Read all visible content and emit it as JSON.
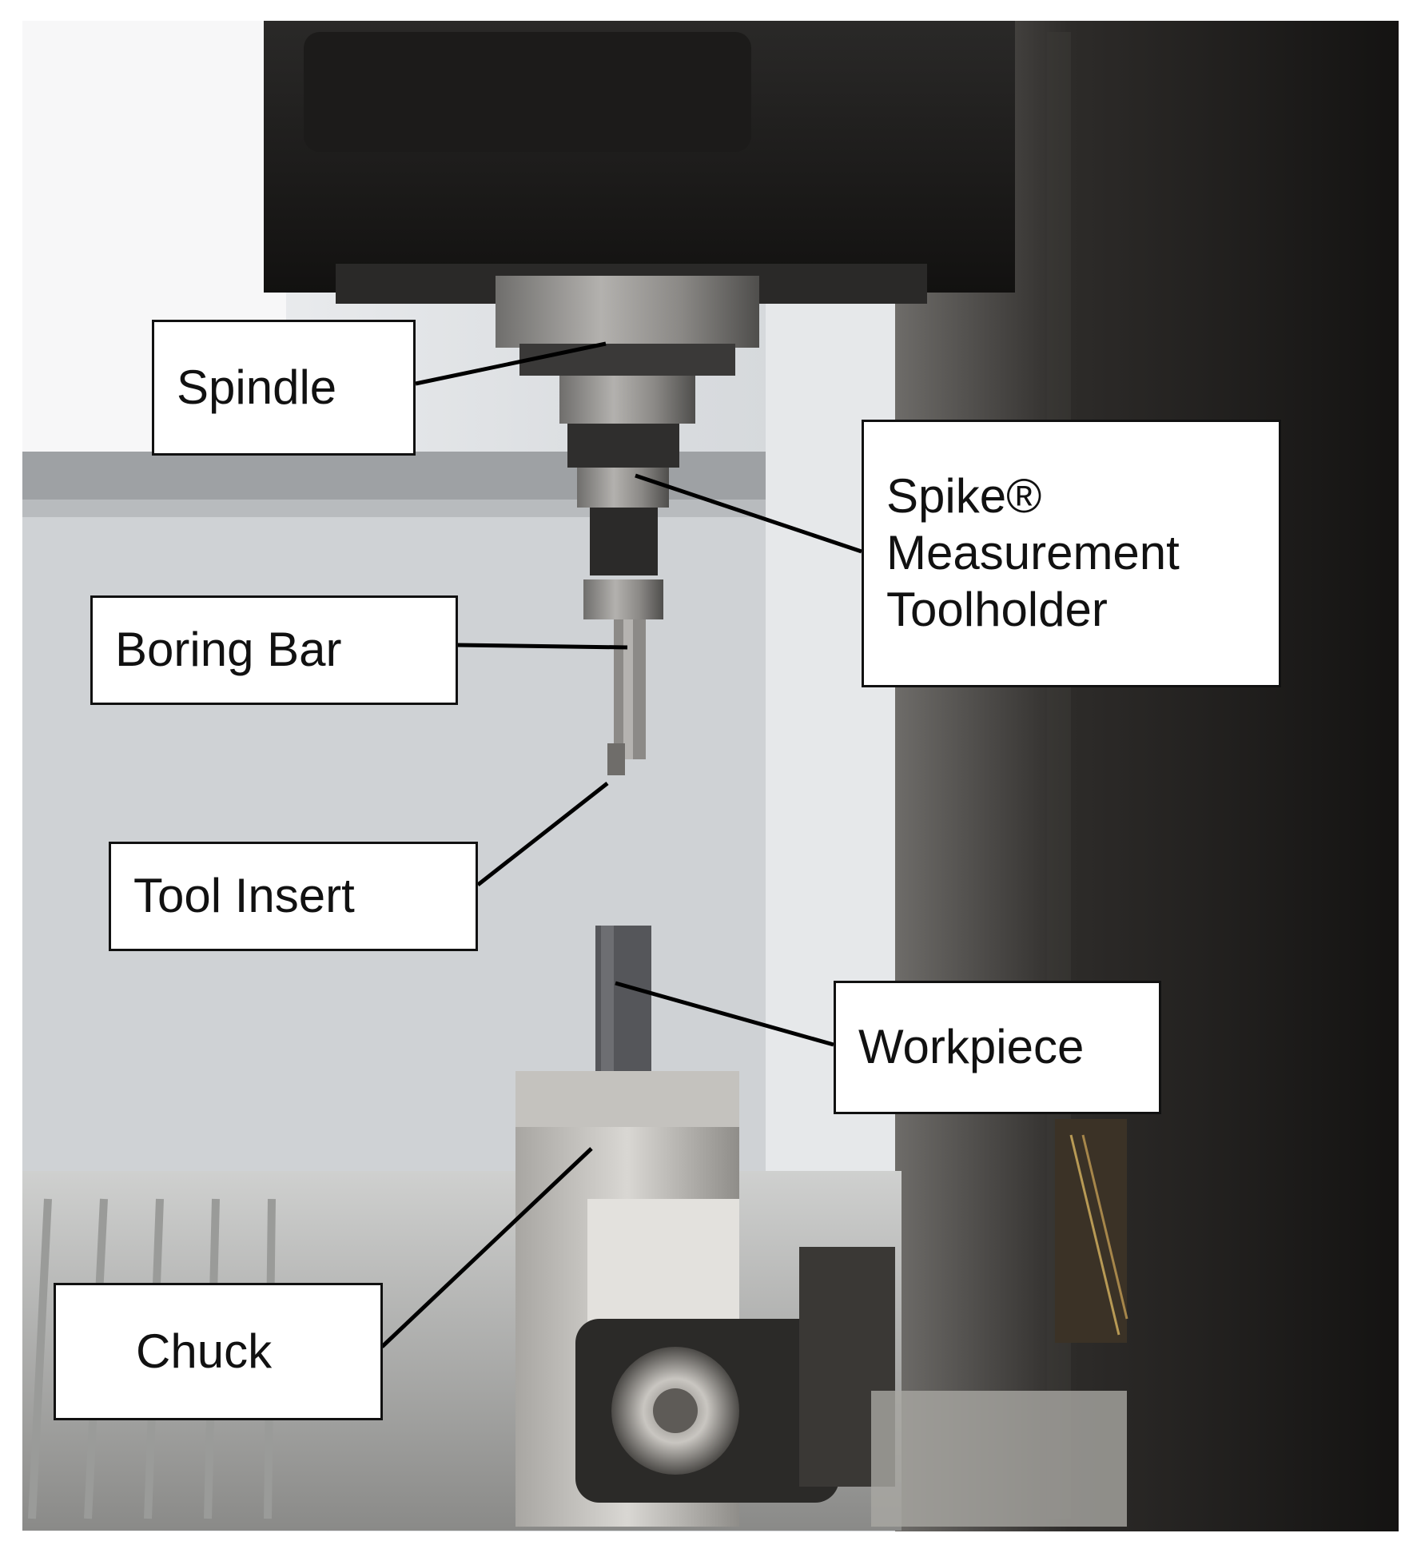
{
  "labels": {
    "spindle": "Spindle",
    "toolholder": "Spike®\nMeasurement\nToolholder",
    "boring_bar": "Boring Bar",
    "tool_insert": "Tool Insert",
    "workpiece": "Workpiece",
    "chuck": "Chuck"
  },
  "colors": {
    "label_background": "#ffffff",
    "label_border": "#111111",
    "leader_line": "#000000"
  }
}
